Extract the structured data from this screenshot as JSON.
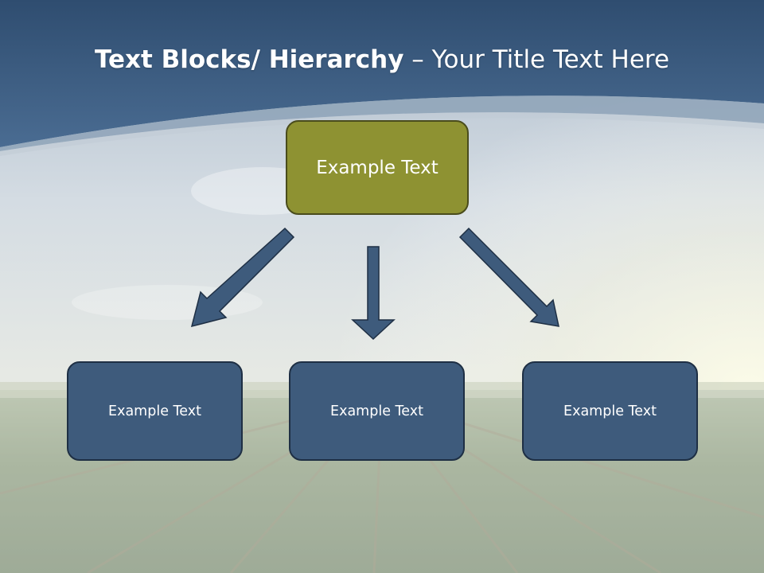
{
  "slide": {
    "title_bold": "Text Blocks/ Hierarchy",
    "title_rest": " – Your Title Text Here"
  },
  "diagram": {
    "root": {
      "label": "Example Text"
    },
    "children": [
      {
        "label": "Example Text"
      },
      {
        "label": "Example Text"
      },
      {
        "label": "Example Text"
      }
    ]
  },
  "colors": {
    "header": "#3e5d82",
    "root_fill": "#8e9232",
    "child_fill": "#3e5b7c",
    "arrow_fill": "#3e5b7c"
  }
}
